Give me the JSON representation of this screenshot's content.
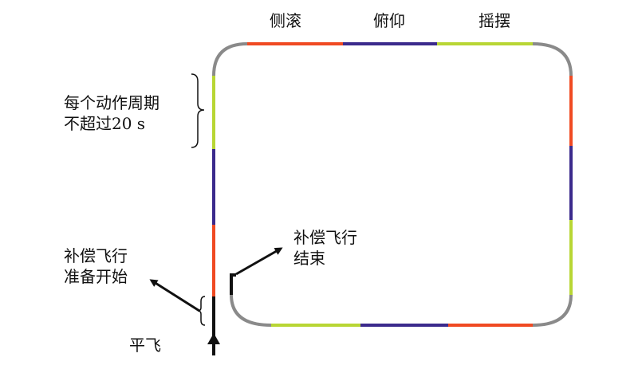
{
  "motion_labels": [
    "侧滚",
    "俯仰",
    "摇摆"
  ],
  "period_note": [
    "每个动作周期",
    "不超过20 s"
  ],
  "comp_start": [
    "补偿飞行",
    "准备开始"
  ],
  "comp_end": [
    "补偿飞行",
    "结束"
  ],
  "level_flight": "平飞",
  "colors": {
    "roll": "#f04a22",
    "pitch": "#3b2a8c",
    "yaw": "#b8d634",
    "corner": "#8a8a8a",
    "track": "#111111"
  }
}
